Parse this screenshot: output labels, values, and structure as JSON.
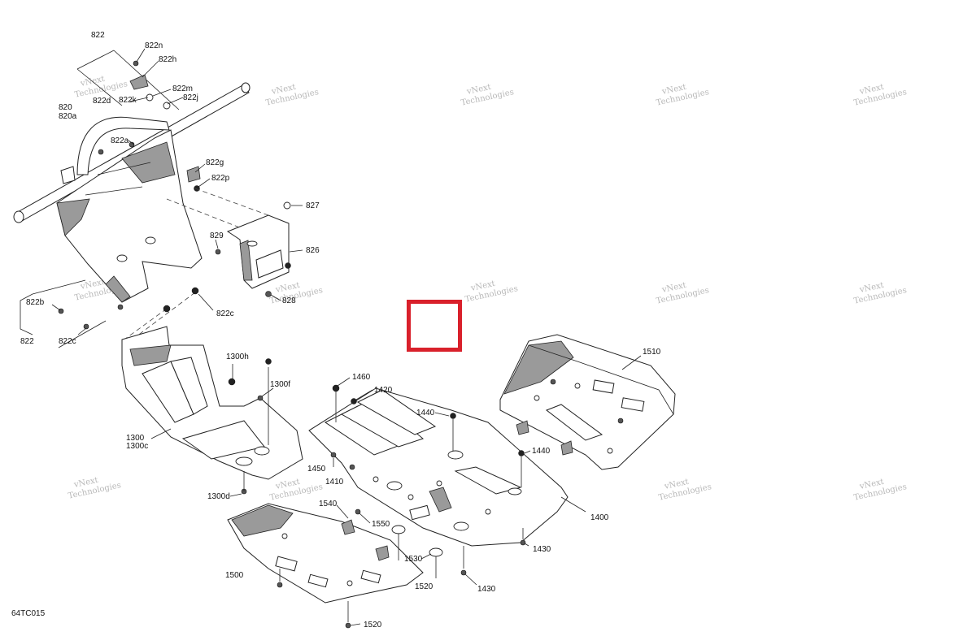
{
  "diagram": {
    "reference_code": "64TC015",
    "watermark_line1": "vNext",
    "watermark_line2": "Technologies",
    "highlight_color": "#d9202b",
    "labels": {
      "p822_top": "822",
      "p822n": "822n",
      "p822h": "822h",
      "p822m": "822m",
      "p822j": "822j",
      "p822k": "822k",
      "p822d": "822d",
      "p820": "820",
      "p820a": "820a",
      "p822a": "822a",
      "p822g": "822g",
      "p822p": "822p",
      "p827": "827",
      "p829": "829",
      "p826": "826",
      "p828": "828",
      "p822b": "822b",
      "p822_bot": "822",
      "p822c_left": "822c",
      "p822c": "822c",
      "p1300h": "1300h",
      "p1300f": "1300f",
      "p1300": "1300",
      "p1300c": "1300c",
      "p1300d": "1300d",
      "p1460": "1460",
      "p1420": "1420",
      "p1440a": "1440",
      "p1440b": "1440",
      "p1510": "1510",
      "p1450": "1450",
      "p1410": "1410",
      "p1540": "1540",
      "p1550": "1550",
      "p1530": "1530",
      "p1520a": "1520",
      "p1520b": "1520",
      "p1400": "1400",
      "p1430a": "1430",
      "p1430b": "1430",
      "p1500": "1500"
    }
  }
}
